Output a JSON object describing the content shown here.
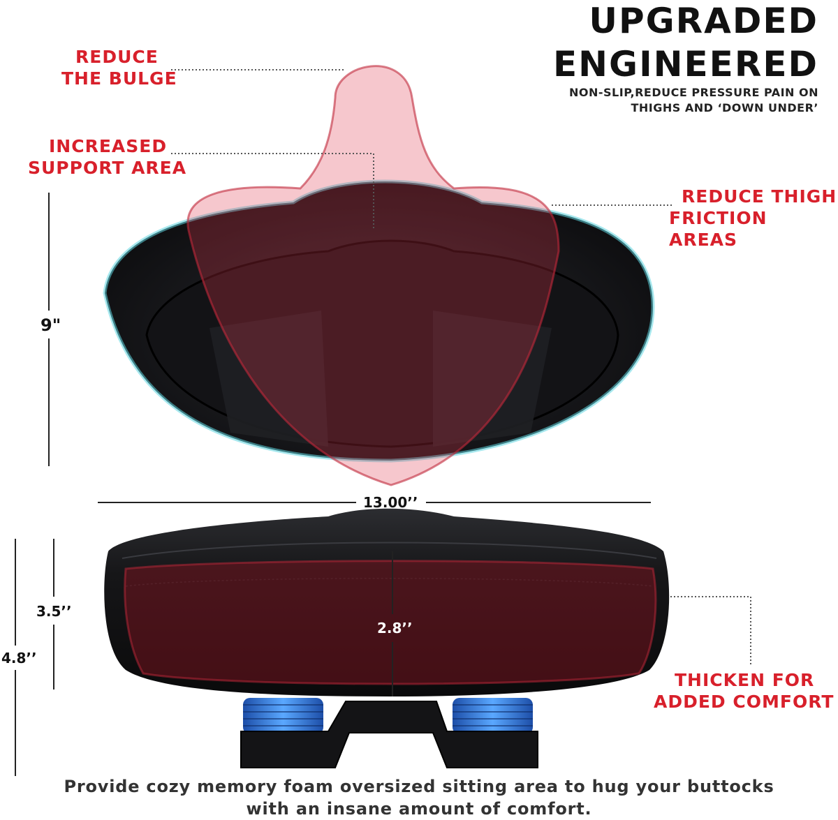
{
  "headline": {
    "line1": "UPGRADED",
    "line2": "ENGINEERED",
    "sub_line1": "NON-SLIP,REDUCE PRESSURE PAIN ON",
    "sub_line2": "THIGHS AND ‘DOWN UNDER’"
  },
  "callouts": {
    "bulge_line1": "REDUCE",
    "bulge_line2": "THE BULGE",
    "support_line1": "INCREASED",
    "support_line2": "SUPPORT AREA",
    "thigh_line1": "REDUCE THIGH",
    "thigh_line2": "FRICTION AREAS",
    "thicken_line1": "THICKEN FOR",
    "thicken_line2": "ADDED COMFORT"
  },
  "dimensions": {
    "length": "9\"",
    "width": "13.00’’",
    "height_front": "3.5’’",
    "height_total": "4.8’’",
    "cushion": "2.8’’"
  },
  "caption": {
    "line1": "Provide cozy memory foam oversized sitting area to hug your buttocks",
    "line2": "with an insane amount of comfort."
  },
  "colors": {
    "accent_red": "#d8202b",
    "saddle_black": "#141416",
    "edge_cyan": "#5fd6e0",
    "spring_blue": "#2f7fe0"
  }
}
